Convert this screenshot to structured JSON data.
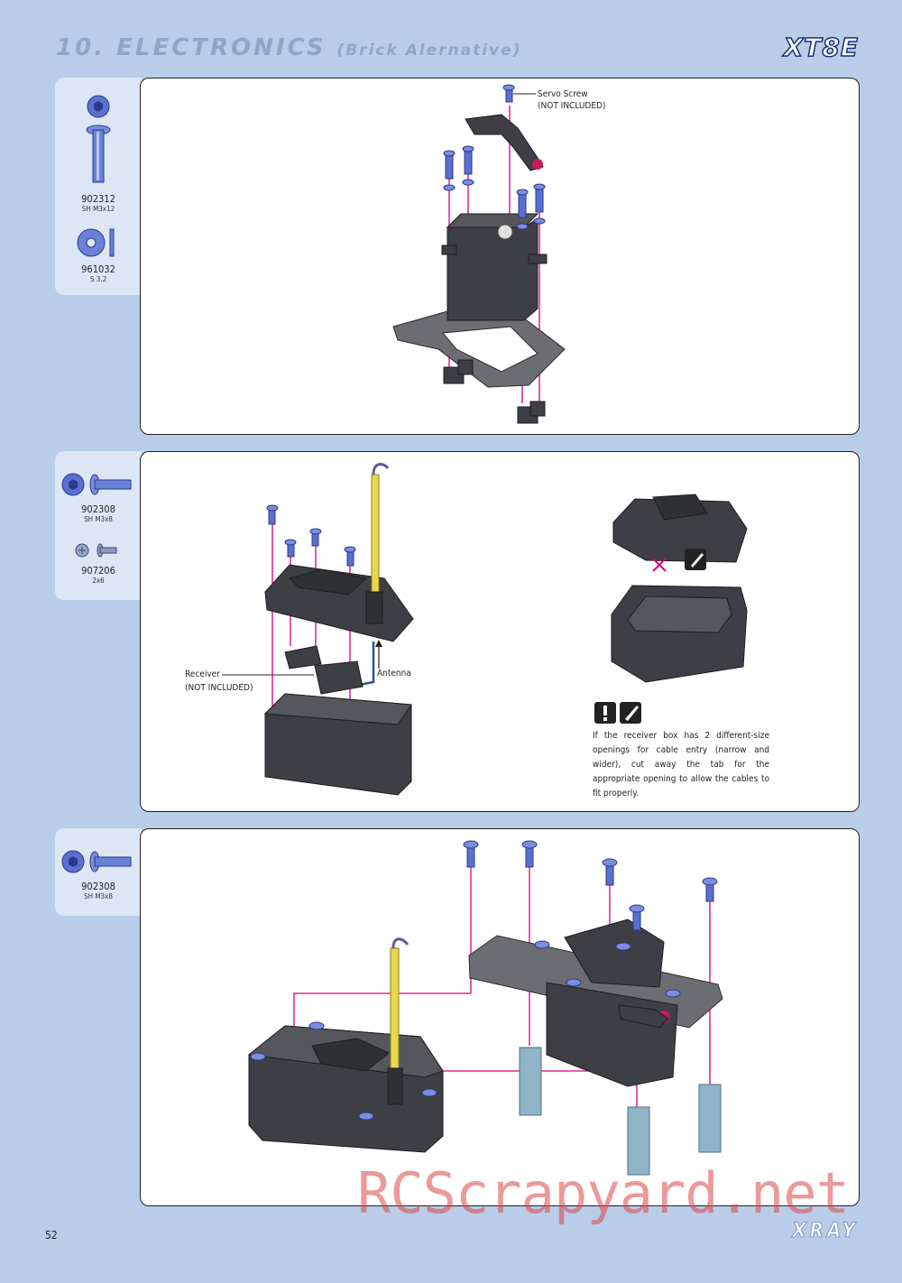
{
  "header": {
    "section_title": "10. ELECTRONICS",
    "section_subtitle": "(Brick Alernative)",
    "logo": "XT8E"
  },
  "steps": [
    {
      "parts": [
        {
          "code": "902312",
          "desc": "SH M3x12",
          "icon": "button-head-screw-icon"
        },
        {
          "code": "961032",
          "desc": "S 3.2",
          "icon": "washer-icon"
        }
      ],
      "labels": {
        "servo_screw": "Servo Screw",
        "not_included": "(NOT INCLUDED)"
      }
    },
    {
      "parts": [
        {
          "code": "902308",
          "desc": "SH M3x8",
          "icon": "button-head-screw-icon"
        },
        {
          "code": "907206",
          "desc": "2x6",
          "icon": "phillips-screw-icon"
        }
      ],
      "labels": {
        "receiver": "Receiver",
        "not_included": "(NOT INCLUDED)",
        "antenna": "Antenna"
      },
      "note": "If the receiver box has 2 different-size openings for cable entry (narrow and wider), cut away the tab for the appropriate opening to allow the cables to fit properly."
    },
    {
      "parts": [
        {
          "code": "902308",
          "desc": "SH M3x8",
          "icon": "button-head-screw-icon"
        }
      ]
    }
  ],
  "footer": {
    "page_number": "52",
    "brand": "XRAY",
    "watermark": "RCScrapyard.net"
  },
  "colors": {
    "page_bg": "#b9cde8",
    "panel_bg": "#ffffff",
    "leader_line": "#d6007e",
    "hardware_blue": "#5a6fd0",
    "plastic_dark": "#3d3f44",
    "antenna_yellow": "#e8d84a"
  }
}
